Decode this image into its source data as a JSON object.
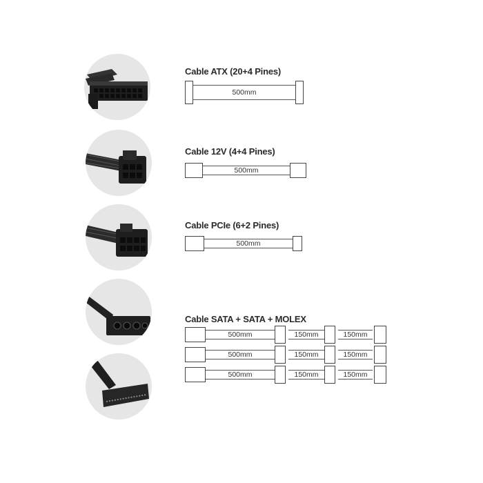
{
  "cables": [
    {
      "title": "Cable ATX (20+4 Pines)",
      "length": "500mm",
      "icon": "atx-24pin-connector-photo"
    },
    {
      "title": "Cable 12V (4+4 Pines)",
      "length": "500mm",
      "icon": "eps-8pin-connector-photo"
    },
    {
      "title": "Cable PCIe (6+2 Pines)",
      "length": "500mm",
      "icon": "pcie-8pin-connector-photo"
    },
    {
      "title": "Cable SATA + SATA + MOLEX",
      "icons": [
        "molex-connector-photo",
        "sata-connector-photo"
      ],
      "rows": [
        {
          "segments": [
            "500mm",
            "150mm",
            "150mm"
          ]
        },
        {
          "segments": [
            "500mm",
            "150mm",
            "150mm"
          ]
        },
        {
          "segments": [
            "500mm",
            "150mm",
            "150mm"
          ]
        }
      ]
    }
  ],
  "colors": {
    "circle_bg": "#e6e6e6",
    "connector": "#1e1e1e",
    "line": "#555555"
  }
}
